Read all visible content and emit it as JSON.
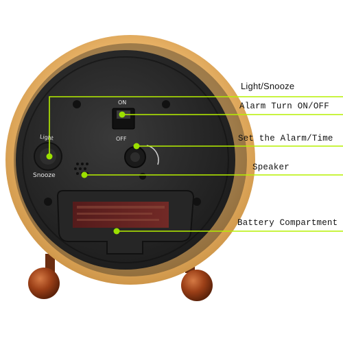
{
  "labels": {
    "light_snooze": "Light/Snooze",
    "alarm_switch": "Alarm Turn ON/OFF",
    "set_alarm": "Set the Alarm/Time",
    "speaker": "Speaker",
    "battery": "Battery Compartment"
  },
  "device_text": {
    "switch_on": "ON",
    "switch_off": "OFF",
    "light_text": "Light",
    "snooze_text": "Snooze"
  },
  "colors": {
    "callout_line": "#b6f000",
    "callout_dot": "#9be000",
    "case_wood": "#e9b46a",
    "back_plate": "#2a2a2a",
    "feet": "#a5471d"
  }
}
